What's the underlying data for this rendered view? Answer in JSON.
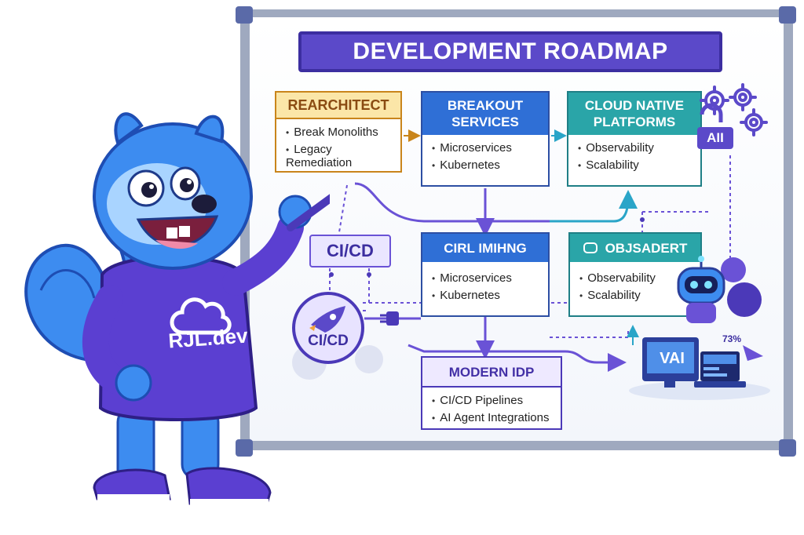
{
  "title": "DEVELOPMENT ROADMAP",
  "nodes": {
    "rearchitect": {
      "label": "REARCHITECT",
      "items": [
        "Break Monoliths",
        "Legacy Remediation"
      ]
    },
    "breakout": {
      "label_line1": "BREAKOUT",
      "label_line2": "SERVICES",
      "items": [
        "Microservices",
        "Kubernetes"
      ]
    },
    "cloud": {
      "label_line1": "CLOUD NATIVE",
      "label_line2": "PLATFORMS",
      "items": [
        "Observability",
        "Scalability"
      ]
    },
    "cicd": {
      "label": "CI/CD"
    },
    "ciri": {
      "label": "CIRL IMIHNG",
      "items": [
        "Microservices",
        "Kubernetes"
      ]
    },
    "objsadert": {
      "label": "OBJSADERT",
      "items": [
        "Observability",
        "Scalability"
      ]
    },
    "rocket": {
      "label": "CI/CD"
    },
    "idp": {
      "label": "MODERN IDP",
      "items": [
        "CI/CD Pipelines",
        "AI Agent Integrations"
      ]
    }
  },
  "badges": {
    "ai_lock": "AII",
    "monitor": "VAI",
    "percent": "73%"
  },
  "mascot": {
    "hoodie": "RJL.dev"
  },
  "colors": {
    "banner": "#5b49c9",
    "mascot": "#3d8cf0",
    "hoodie": "#5b3fd1",
    "node_blue": "#2f6fd6",
    "node_teal": "#2aa5a8",
    "node_orange": "#fbe6a8"
  },
  "icons": [
    "cloud-icon",
    "rocket-icon",
    "gear-icon",
    "lock-icon",
    "robot-icon",
    "monitor-icon",
    "laptop-icon",
    "plug-icon",
    "pen-icon"
  ]
}
